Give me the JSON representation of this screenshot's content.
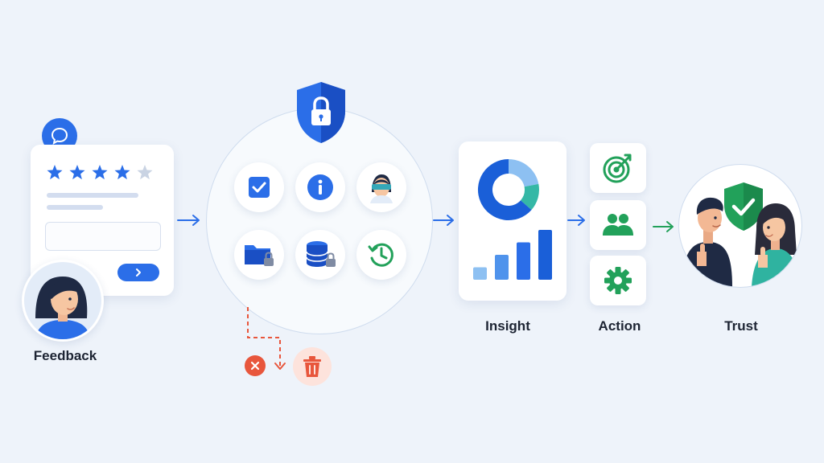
{
  "stages": {
    "feedback": "Feedback",
    "insight": "Insight",
    "action": "Action",
    "trust": "Trust"
  },
  "feedback_form": {
    "rating": 4,
    "max_rating": 5
  },
  "insight_chart": {
    "bars": [
      0.25,
      0.5,
      0.75,
      1.0
    ]
  },
  "colors": {
    "accent": "#2b6ee8",
    "accent_dark": "#1a4fc4",
    "green": "#22a15a",
    "red": "#e8563c",
    "star_empty": "#c9d3e3"
  },
  "icons": {
    "privacy_hub": [
      "checkbox-icon",
      "info-icon",
      "anonymized-person-icon",
      "locked-folder-icon",
      "locked-database-icon",
      "history-icon"
    ],
    "actions": [
      "target-icon",
      "team-icon",
      "gear-icon"
    ],
    "deletion": [
      "cancel-icon",
      "trash-icon"
    ]
  }
}
